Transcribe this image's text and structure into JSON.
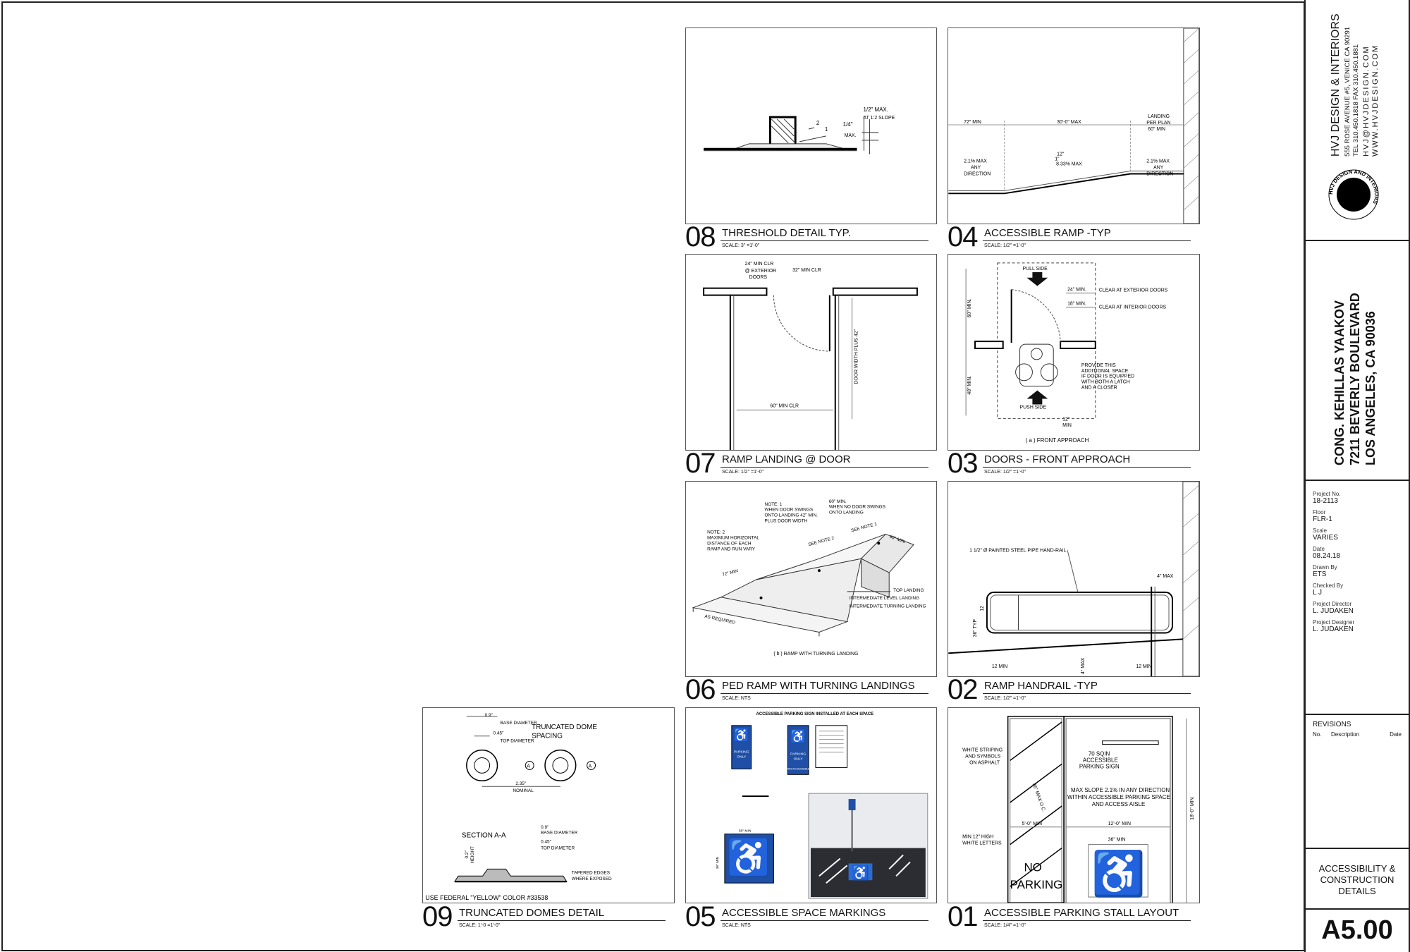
{
  "panels": {
    "p08": {
      "num": "08",
      "title": "THRESHOLD DETAIL TYP.",
      "scale": "SCALE: 3\" =1'-0\""
    },
    "p04": {
      "num": "04",
      "title": "ACCESSIBLE RAMP -TYP",
      "scale": "SCALE: 1/2\" =1'-0\""
    },
    "p07": {
      "num": "07",
      "title": "RAMP LANDING @ DOOR",
      "scale": "SCALE: 1/2\" =1'-0\""
    },
    "p03": {
      "num": "03",
      "title": "DOORS - FRONT APPROACH",
      "scale": "SCALE: 1/2\" =1'-0\""
    },
    "p06": {
      "num": "06",
      "title": "PED RAMP WITH TURNING LANDINGS",
      "scale": "SCALE: NTS"
    },
    "p02": {
      "num": "02",
      "title": "RAMP HANDRAIL -TYP",
      "scale": "SCALE: 1/2\" =1'-0\""
    },
    "p09": {
      "num": "09",
      "title": "TRUNCATED DOMES DETAIL",
      "scale": "SCALE: 1'-0 =1'-0\""
    },
    "p05": {
      "num": "05",
      "title": "ACCESSIBLE SPACE MARKINGS",
      "scale": "SCALE: NTS"
    },
    "p01": {
      "num": "01",
      "title": "ACCESSIBLE PARKING STALL LAYOUT",
      "scale": "SCALE: 1/4\" =1'-0\""
    }
  },
  "notes": {
    "n08": {
      "a": "1/2\" MAX.",
      "b": "AT 1:2 SLOPE",
      "c": "1/4\"",
      "d": "MAX.",
      "e": "2",
      "f": "1"
    },
    "n04": {
      "a": "72\" MIN",
      "b": "30'-0\" MAX",
      "c": "LANDING",
      "d": "PER PLAN",
      "e": "60\" MIN",
      "f": "2.1% MAX",
      "g": "ANY",
      "h": "DIRECTION",
      "i": "12\"",
      "j": "1\"",
      "k": "8.33% MAX"
    },
    "n07": {
      "a": "24\" MIN CLR",
      "b": "@ EXTERIOR",
      "c": "DOORS",
      "d": "32\" MIN CLR",
      "e": "DOOR WIDTH PLUS 42\"",
      "f": "60\" MIN CLR"
    },
    "n03": {
      "a": "PULL SIDE",
      "b": "24\" MIN.",
      "c": "CLEAR AT EXTERIOR DOORS",
      "d": "18\" MIN.",
      "e": "CLEAR AT INTERIOR DOORS",
      "f": "60\" MIN.",
      "g": "48\" MIN.",
      "h": "PROVIDE THIS",
      "i": "ADDITIONAL SPACE",
      "j": "IF DOOR IS EQUIPPED",
      "k": "WITH BOTH A LATCH",
      "l": "AND A CLOSER",
      "m": "PUSH SIDE",
      "n": "12\"",
      "o": "MIN",
      "p": "( a ) FRONT APPROACH"
    },
    "n06": {
      "a": "NOTE: 1",
      "b": "WHEN DOOR SWINGS",
      "c": "ONTO LANDING 42\" MIN.",
      "d": "PLUS DOOR WIDTH",
      "e": "60\" MIN.",
      "f": "WHEN NO DOOR SWINGS",
      "g": "ONTO LANDING",
      "h": "NOTE: 2",
      "i": "MAXIMUM HORIZONTAL",
      "j": "DISTANCE OF EACH",
      "k": "RAMP AND RUN VARY",
      "l": "SEE NOTE 1",
      "m": "SEE NOTE 2",
      "n": "60\" MIN",
      "o": "72\" MIN",
      "p": "TOP LANDING",
      "q": "INTERMEDIATE LEVEL LANDING",
      "r": "INTERMEDIATE TURNING LANDING",
      "s": "AS REQUIRED",
      "t": "( b ) RAMP WITH TURNING LANDING"
    },
    "n02": {
      "a": "1 1/2\" Ø PAINTED STEEL PIPE HAND-RAIL",
      "b": "4\" MAX",
      "c": "36\" TYP",
      "d": "12",
      "e": "12 MIN",
      "f": "4\" MAX"
    },
    "n09": {
      "a": "0.9\"",
      "b": "BASE DIAMETER",
      "c": "0.45\"",
      "d": "TOP DIAMETER",
      "e": "TRUNCATED DOME",
      "f": "SPACING",
      "g": "2.35\"",
      "h": "NOMINAL",
      "i": "SECTION A-A",
      "j": "0.2\"",
      "k": "HEIGHT",
      "l": "TAPERED EDGES",
      "m": "WHERE EXPOSED",
      "n": "USE FEDERAL \"YELLOW\" COLOR #33538",
      "o": "A"
    },
    "n05": {
      "a": "ACCESSIBLE PARKING SIGN INSTALLED AT EACH SPACE",
      "b": "PARKING",
      "c": "ONLY",
      "d": "VAN ACCESSIBLE",
      "e": "36\" MIN",
      "f": "36\" MIN"
    },
    "n01": {
      "a": "WHITE STRIPING",
      "b": "AND SYMBOLS",
      "c": "ON ASPHALT",
      "d": "70 SQIN",
      "e": "ACCESSIBLE",
      "f": "PARKING SIGN",
      "g": "MAX SLOPE 2.1% IN ANY DIRECTION",
      "h": "WITHIN ACCESSIBLE PARKING SPACE",
      "i": "AND ACCESS AISLE",
      "j": "5'-0\" MIN",
      "k": "12'-0\" MIN",
      "l": "36\" MIN",
      "m": "MIN 12\" HIGH",
      "n": "WHITE LETTERS",
      "o": "NO",
      "p": "PARKING",
      "q": "18'-0\" MIN",
      "r": "36\" MAX O.C."
    }
  },
  "title_block": {
    "firm_name": "HVJ DESIGN & INTERIORS",
    "firm_address": "555 ROSE AVENUE #5, VENICE CA 90291",
    "firm_phone": "TEL 310.450.1818     FAX 310.450.1881",
    "firm_email": "HVJ@HVJDESIGN.COM",
    "firm_web": "WWW.HVJDESIGN.COM",
    "logo_text": "HVJ DESIGN AND INTERIORS",
    "project_line1": "CONG. KEHILLAS YAAKOV",
    "project_line2": "7211 BEVERLY BOULEVARD",
    "project_line3": "LOS ANGELES, CA 90036",
    "meta": [
      {
        "label": "Project No.",
        "value": "18-2113"
      },
      {
        "label": "Floor",
        "value": "FLR-1"
      },
      {
        "label": "Scale",
        "value": "VARIES"
      },
      {
        "label": "Date",
        "value": "08.24.18"
      },
      {
        "label": "Drawn By",
        "value": "ETS"
      },
      {
        "label": "Checked By",
        "value": "L J"
      },
      {
        "label": "Project Director",
        "value": "L. JUDAKEN"
      },
      {
        "label": "Project Designer",
        "value": "L. JUDAKEN"
      }
    ],
    "revisions_title": "REVISIONS",
    "rev_no": "No.",
    "rev_desc": "Description",
    "rev_date": "Date",
    "sheet_title_1": "ACCESSIBILITY &",
    "sheet_title_2": "CONSTRUCTION",
    "sheet_title_3": "DETAILS",
    "sheet_number": "A5.00"
  }
}
